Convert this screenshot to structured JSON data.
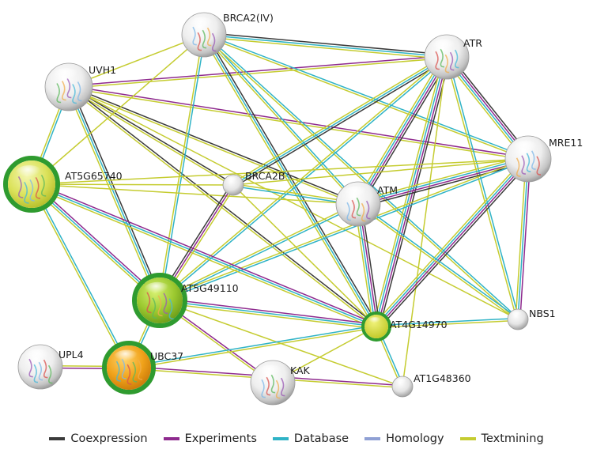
{
  "colors": {
    "Coexpression": "#3a3a3a",
    "Experiments": "#8e2a8e",
    "Database": "#2fb3c6",
    "Homology": "#8fa0d4",
    "Textmining": "#c5cc30"
  },
  "nodes": [
    {
      "id": "BRCA2IV",
      "label": "BRCA2(IV)",
      "style": "protein"
    },
    {
      "id": "ATR",
      "label": "ATR",
      "style": "protein"
    },
    {
      "id": "UVH1",
      "label": "UVH1",
      "style": "protein"
    },
    {
      "id": "MRE11",
      "label": "MRE11",
      "style": "protein"
    },
    {
      "id": "AT5G65740",
      "label": "AT5G65740",
      "style": "query-yellow"
    },
    {
      "id": "BRCA2B",
      "label": "BRCA2B",
      "style": "plain"
    },
    {
      "id": "ATM",
      "label": "ATM",
      "style": "protein"
    },
    {
      "id": "AT5G49110",
      "label": "AT5G49110",
      "style": "query-green"
    },
    {
      "id": "NBS1",
      "label": "NBS1",
      "style": "plain"
    },
    {
      "id": "AT4G14970",
      "label": "AT4G14970",
      "style": "query-small"
    },
    {
      "id": "UPL4",
      "label": "UPL4",
      "style": "protein"
    },
    {
      "id": "UBC37",
      "label": "UBC37",
      "style": "query-orange"
    },
    {
      "id": "KAK",
      "label": "KAK",
      "style": "protein"
    },
    {
      "id": "AT1G48360",
      "label": "AT1G48360",
      "style": "plain"
    }
  ],
  "edges": [
    {
      "a": "UVH1",
      "b": "BRCA2IV",
      "types": [
        "Textmining"
      ]
    },
    {
      "a": "UVH1",
      "b": "BRCA2B",
      "types": [
        "Coexpression",
        "Textmining"
      ]
    },
    {
      "a": "UVH1",
      "b": "ATM",
      "types": [
        "Coexpression",
        "Textmining"
      ]
    },
    {
      "a": "UVH1",
      "b": "MRE11",
      "types": [
        "Experiments",
        "Textmining"
      ]
    },
    {
      "a": "UVH1",
      "b": "AT5G49110",
      "types": [
        "Coexpression",
        "Database",
        "Textmining"
      ]
    },
    {
      "a": "UVH1",
      "b": "AT4G14970",
      "types": [
        "Coexpression",
        "Textmining"
      ]
    },
    {
      "a": "UVH1",
      "b": "AT5G65740",
      "types": [
        "Database",
        "Textmining"
      ]
    },
    {
      "a": "UVH1",
      "b": "ATR",
      "types": [
        "Experiments",
        "Textmining"
      ]
    },
    {
      "a": "UVH1",
      "b": "NBS1",
      "types": [
        "Textmining"
      ]
    },
    {
      "a": "BRCA2IV",
      "b": "ATR",
      "types": [
        "Coexpression",
        "Database",
        "Textmining"
      ]
    },
    {
      "a": "BRCA2IV",
      "b": "MRE11",
      "types": [
        "Database",
        "Textmining"
      ]
    },
    {
      "a": "BRCA2IV",
      "b": "ATM",
      "types": [
        "Database",
        "Textmining"
      ]
    },
    {
      "a": "BRCA2IV",
      "b": "AT4G14970",
      "types": [
        "Coexpression",
        "Database",
        "Textmining"
      ]
    },
    {
      "a": "BRCA2IV",
      "b": "AT5G49110",
      "types": [
        "Database",
        "Textmining"
      ]
    },
    {
      "a": "BRCA2IV",
      "b": "NBS1",
      "types": [
        "Database",
        "Textmining"
      ]
    },
    {
      "a": "BRCA2IV",
      "b": "AT5G65740",
      "types": [
        "Textmining"
      ]
    },
    {
      "a": "ATR",
      "b": "MRE11",
      "types": [
        "Coexpression",
        "Experiments",
        "Database",
        "Textmining"
      ]
    },
    {
      "a": "ATR",
      "b": "ATM",
      "types": [
        "Coexpression",
        "Experiments",
        "Database",
        "Textmining"
      ]
    },
    {
      "a": "ATR",
      "b": "AT4G14970",
      "types": [
        "Coexpression",
        "Experiments",
        "Database",
        "Textmining"
      ]
    },
    {
      "a": "ATR",
      "b": "NBS1",
      "types": [
        "Database",
        "Textmining"
      ]
    },
    {
      "a": "ATR",
      "b": "BRCA2B",
      "types": [
        "Coexpression",
        "Database",
        "Textmining"
      ]
    },
    {
      "a": "ATR",
      "b": "AT5G49110",
      "types": [
        "Database",
        "Textmining"
      ]
    },
    {
      "a": "ATR",
      "b": "AT1G48360",
      "types": [
        "Textmining"
      ]
    },
    {
      "a": "MRE11",
      "b": "ATM",
      "types": [
        "Coexpression",
        "Experiments",
        "Database",
        "Textmining"
      ]
    },
    {
      "a": "MRE11",
      "b": "NBS1",
      "types": [
        "Experiments",
        "Database",
        "Textmining"
      ]
    },
    {
      "a": "MRE11",
      "b": "AT4G14970",
      "types": [
        "Coexpression",
        "Experiments",
        "Database",
        "Textmining"
      ]
    },
    {
      "a": "MRE11",
      "b": "AT5G49110",
      "types": [
        "Database",
        "Textmining"
      ]
    },
    {
      "a": "MRE11",
      "b": "AT5G65740",
      "types": [
        "Textmining"
      ]
    },
    {
      "a": "MRE11",
      "b": "BRCA2B",
      "types": [
        "Textmining"
      ]
    },
    {
      "a": "ATM",
      "b": "AT4G14970",
      "types": [
        "Coexpression",
        "Experiments",
        "Database",
        "Textmining"
      ]
    },
    {
      "a": "ATM",
      "b": "NBS1",
      "types": [
        "Database",
        "Textmining"
      ]
    },
    {
      "a": "ATM",
      "b": "AT5G49110",
      "types": [
        "Database",
        "Textmining"
      ]
    },
    {
      "a": "ATM",
      "b": "BRCA2B",
      "types": [
        "Database",
        "Textmining"
      ]
    },
    {
      "a": "ATM",
      "b": "AT5G65740",
      "types": [
        "Textmining"
      ]
    },
    {
      "a": "AT5G65740",
      "b": "AT5G49110",
      "types": [
        "Experiments",
        "Database",
        "Textmining"
      ]
    },
    {
      "a": "AT5G65740",
      "b": "UBC37",
      "types": [
        "Database",
        "Textmining"
      ]
    },
    {
      "a": "AT5G65740",
      "b": "AT4G14970",
      "types": [
        "Experiments",
        "Database",
        "Textmining"
      ]
    },
    {
      "a": "AT5G65740",
      "b": "BRCA2B",
      "types": [
        "Textmining"
      ]
    },
    {
      "a": "AT5G49110",
      "b": "AT4G14970",
      "types": [
        "Experiments",
        "Database",
        "Textmining"
      ]
    },
    {
      "a": "AT5G49110",
      "b": "UBC37",
      "types": [
        "Database",
        "Textmining"
      ]
    },
    {
      "a": "AT5G49110",
      "b": "BRCA2B",
      "types": [
        "Coexpression",
        "Experiments",
        "Textmining"
      ]
    },
    {
      "a": "AT5G49110",
      "b": "KAK",
      "types": [
        "Experiments",
        "Textmining"
      ]
    },
    {
      "a": "AT5G49110",
      "b": "AT1G48360",
      "types": [
        "Textmining"
      ]
    },
    {
      "a": "UBC37",
      "b": "UPL4",
      "types": [
        "Experiments",
        "Textmining"
      ]
    },
    {
      "a": "UBC37",
      "b": "AT4G14970",
      "types": [
        "Database",
        "Textmining"
      ]
    },
    {
      "a": "UBC37",
      "b": "AT1G48360",
      "types": [
        "Experiments",
        "Textmining"
      ]
    },
    {
      "a": "AT4G14970",
      "b": "NBS1",
      "types": [
        "Database",
        "Textmining"
      ]
    },
    {
      "a": "AT4G14970",
      "b": "AT1G48360",
      "types": [
        "Database",
        "Textmining"
      ]
    },
    {
      "a": "AT4G14970",
      "b": "BRCA2B",
      "types": [
        "Textmining"
      ]
    },
    {
      "a": "AT4G14970",
      "b": "KAK",
      "types": [
        "Textmining"
      ]
    }
  ],
  "legend": [
    {
      "label": "Coexpression",
      "color": "#3a3a3a"
    },
    {
      "label": "Experiments",
      "color": "#8e2a8e"
    },
    {
      "label": "Database",
      "color": "#2fb3c6"
    },
    {
      "label": "Homology",
      "color": "#8fa0d4"
    },
    {
      "label": "Textmining",
      "color": "#c5cc30"
    }
  ]
}
